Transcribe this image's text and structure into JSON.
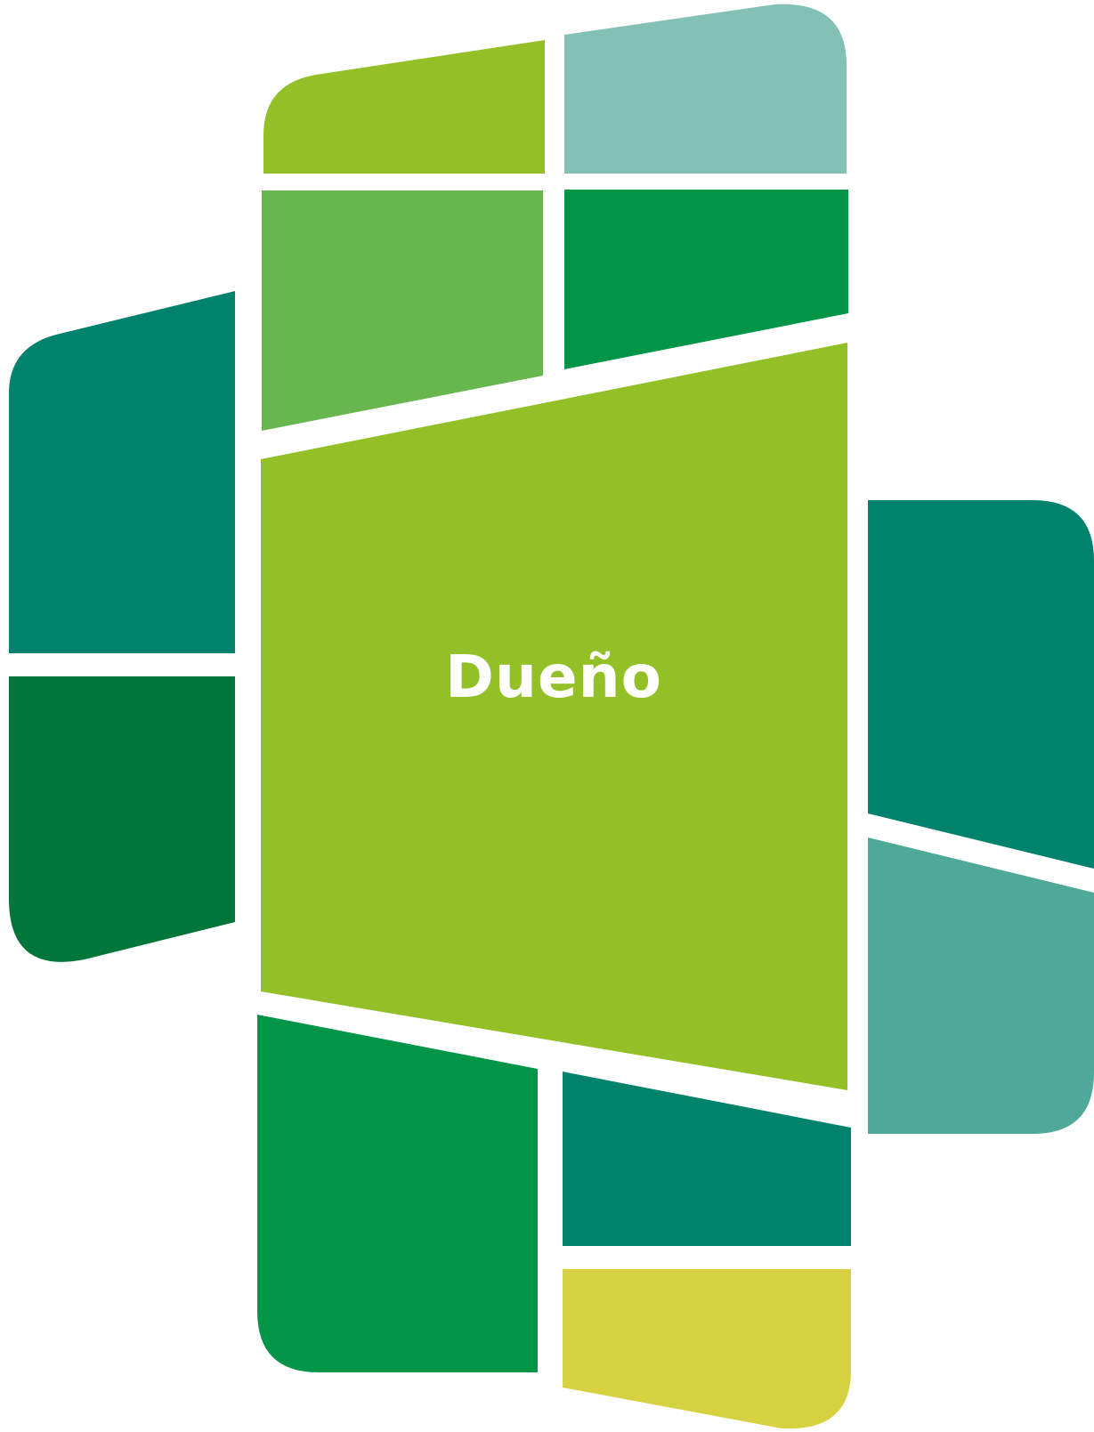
{
  "center_label": "Dueño",
  "tiles": [
    {
      "name": "tile-top-left",
      "color": "#93C026"
    },
    {
      "name": "tile-top-right",
      "color": "#84C1B5"
    },
    {
      "name": "tile-upper-left",
      "color": "#68B64E"
    },
    {
      "name": "tile-upper-right",
      "color": "#009547"
    },
    {
      "name": "tile-left-upper",
      "color": "#00826C"
    },
    {
      "name": "tile-left-lower",
      "color": "#007638"
    },
    {
      "name": "tile-center",
      "color": "#93C026"
    },
    {
      "name": "tile-right-upper",
      "color": "#00826C"
    },
    {
      "name": "tile-right-lower",
      "color": "#4EA998"
    },
    {
      "name": "tile-bottom-left",
      "color": "#009547"
    },
    {
      "name": "tile-bottom-right-upper",
      "color": "#00826C"
    },
    {
      "name": "tile-bottom-right-lower",
      "color": "#D6D140"
    }
  ]
}
